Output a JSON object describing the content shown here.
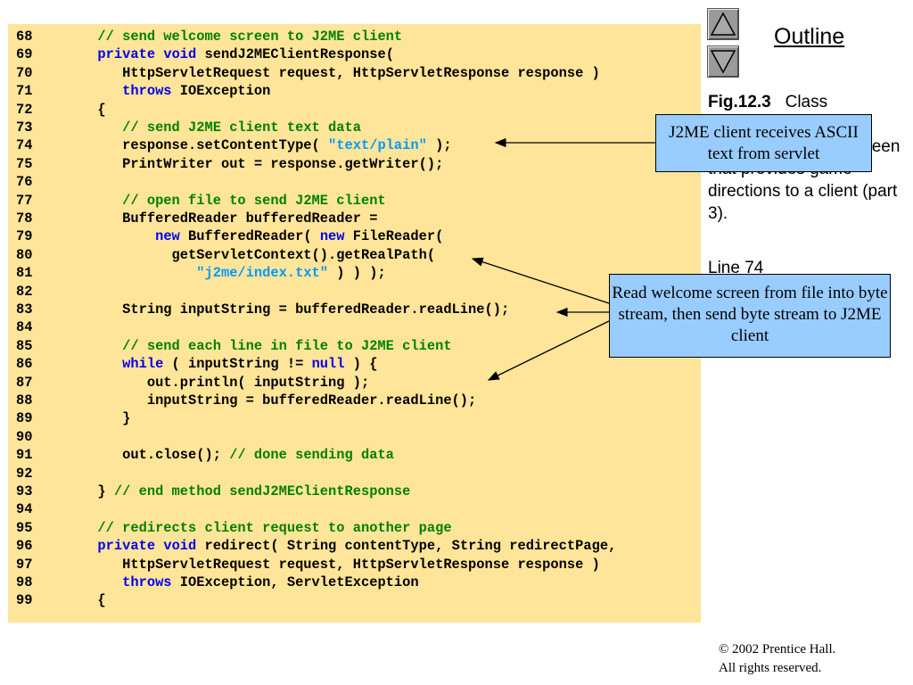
{
  "code": [
    {
      "num": "68",
      "segs": [
        {
          "t": "      "
        },
        {
          "t": "// send welcome screen to J2ME client",
          "c": "c"
        }
      ]
    },
    {
      "num": "69",
      "segs": [
        {
          "t": "      "
        },
        {
          "t": "private",
          "c": "k"
        },
        {
          "t": " "
        },
        {
          "t": "void",
          "c": "k"
        },
        {
          "t": " sendJ2MEClientResponse("
        }
      ]
    },
    {
      "num": "70",
      "segs": [
        {
          "t": "         HttpServletRequest request, HttpServletResponse response )"
        }
      ]
    },
    {
      "num": "71",
      "segs": [
        {
          "t": "         "
        },
        {
          "t": "throws",
          "c": "k"
        },
        {
          "t": " IOException"
        }
      ]
    },
    {
      "num": "72",
      "segs": [
        {
          "t": "      {"
        }
      ]
    },
    {
      "num": "73",
      "segs": [
        {
          "t": "         "
        },
        {
          "t": "// send J2ME client text data",
          "c": "c"
        }
      ]
    },
    {
      "num": "74",
      "segs": [
        {
          "t": "         response.setContentType( "
        },
        {
          "t": "\"text/plain\"",
          "c": "s"
        },
        {
          "t": " );"
        }
      ]
    },
    {
      "num": "75",
      "segs": [
        {
          "t": "         PrintWriter out = response.getWriter();"
        }
      ]
    },
    {
      "num": "76",
      "segs": []
    },
    {
      "num": "77",
      "segs": [
        {
          "t": "         "
        },
        {
          "t": "// open file to send J2ME client",
          "c": "c"
        }
      ]
    },
    {
      "num": "78",
      "segs": [
        {
          "t": "         BufferedReader bufferedReader ="
        }
      ]
    },
    {
      "num": "79",
      "segs": [
        {
          "t": "             "
        },
        {
          "t": "new",
          "c": "k"
        },
        {
          "t": " BufferedReader( "
        },
        {
          "t": "new",
          "c": "k"
        },
        {
          "t": " FileReader("
        }
      ]
    },
    {
      "num": "80",
      "segs": [
        {
          "t": "               getServletContext().getRealPath("
        }
      ]
    },
    {
      "num": "81",
      "segs": [
        {
          "t": "                  "
        },
        {
          "t": "\"j2me/index.txt\"",
          "c": "s"
        },
        {
          "t": " ) ) );"
        }
      ]
    },
    {
      "num": "82",
      "segs": []
    },
    {
      "num": "83",
      "segs": [
        {
          "t": "         String inputString = bufferedReader.readLine();"
        }
      ]
    },
    {
      "num": "84",
      "segs": []
    },
    {
      "num": "85",
      "segs": [
        {
          "t": "         "
        },
        {
          "t": "// send each line in file to J2ME client",
          "c": "c"
        }
      ]
    },
    {
      "num": "86",
      "segs": [
        {
          "t": "         "
        },
        {
          "t": "while",
          "c": "k"
        },
        {
          "t": " ( inputString != "
        },
        {
          "t": "null",
          "c": "k"
        },
        {
          "t": " ) {"
        }
      ]
    },
    {
      "num": "87",
      "segs": [
        {
          "t": "            out.println( inputString );"
        }
      ]
    },
    {
      "num": "88",
      "segs": [
        {
          "t": "            inputString = bufferedReader.readLine();"
        }
      ]
    },
    {
      "num": "89",
      "segs": [
        {
          "t": "         }"
        }
      ]
    },
    {
      "num": "90",
      "segs": []
    },
    {
      "num": "91",
      "segs": [
        {
          "t": "         out.close(); "
        },
        {
          "t": "// done sending data",
          "c": "c"
        }
      ]
    },
    {
      "num": "92",
      "segs": []
    },
    {
      "num": "93",
      "segs": [
        {
          "t": "      } "
        },
        {
          "t": "// end method sendJ2MEClientResponse",
          "c": "c"
        }
      ]
    },
    {
      "num": "94",
      "segs": []
    },
    {
      "num": "95",
      "segs": [
        {
          "t": "      "
        },
        {
          "t": "// redirects client request to another page",
          "c": "c"
        }
      ]
    },
    {
      "num": "96",
      "segs": [
        {
          "t": "      "
        },
        {
          "t": "private",
          "c": "k"
        },
        {
          "t": " "
        },
        {
          "t": "void",
          "c": "k"
        },
        {
          "t": " redirect( String contentType, String redirectPage,"
        }
      ]
    },
    {
      "num": "97",
      "segs": [
        {
          "t": "         HttpServletRequest request, HttpServletResponse response )"
        }
      ]
    },
    {
      "num": "98",
      "segs": [
        {
          "t": "         "
        },
        {
          "t": "throws",
          "c": "k"
        },
        {
          "t": " IOException, ServletException"
        }
      ]
    },
    {
      "num": "99",
      "segs": [
        {
          "t": "      {"
        }
      ]
    }
  ],
  "nav": {
    "up_icon": "triangle-up-icon",
    "down_icon": "triangle-down-icon"
  },
  "outline": "Outline",
  "caption": {
    "fig": "Fig.12.3",
    "text": "Class TipTestServlet's welcome/directory screen that provides game directions to a client (part 3).",
    "line_ref": "Line 74"
  },
  "callouts": {
    "c1": "J2ME client receives ASCII text from servlet",
    "c2": "Read welcome screen from file into byte stream, then send byte stream to J2ME client"
  },
  "copyright": {
    "line1": "© 2002 Prentice Hall.",
    "line2": "All rights reserved."
  },
  "colors": {
    "panel": "#ffe599",
    "callout": "#99ccff",
    "keyword": "#0000ee",
    "comment": "#008000",
    "string": "#0099ff"
  }
}
